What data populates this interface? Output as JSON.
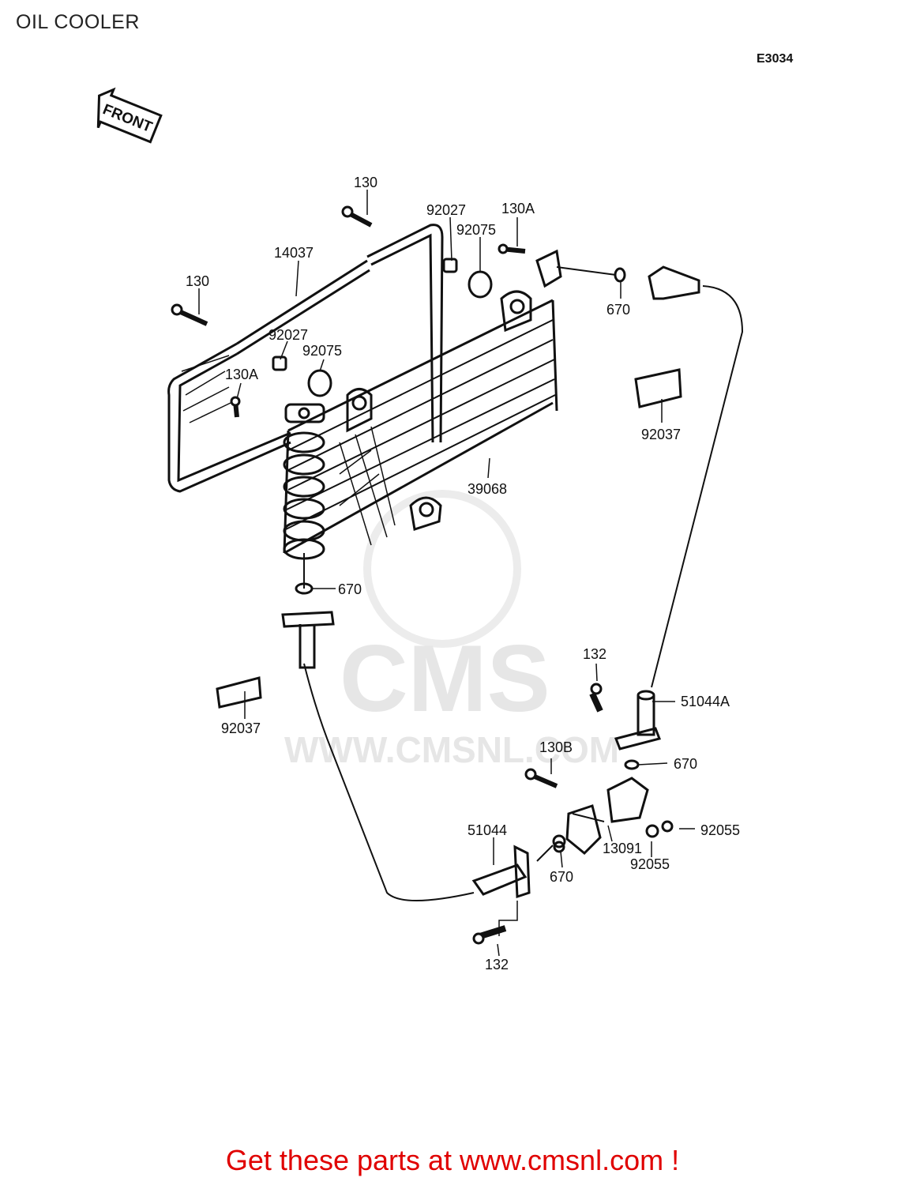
{
  "title": "OIL COOLER",
  "diagram_code": "E3034",
  "front_label": "FRONT",
  "watermark": {
    "logo_text": "CMS",
    "url_text": "WWW.CMSNL.COM"
  },
  "parts": [
    {
      "ref": "130"
    },
    {
      "ref": "130"
    },
    {
      "ref": "14037"
    },
    {
      "ref": "92027"
    },
    {
      "ref": "92027"
    },
    {
      "ref": "92075"
    },
    {
      "ref": "92075"
    },
    {
      "ref": "130A"
    },
    {
      "ref": "130A"
    },
    {
      "ref": "670"
    },
    {
      "ref": "670"
    },
    {
      "ref": "670"
    },
    {
      "ref": "670"
    },
    {
      "ref": "92037"
    },
    {
      "ref": "92037"
    },
    {
      "ref": "39068"
    },
    {
      "ref": "132"
    },
    {
      "ref": "132"
    },
    {
      "ref": "51044A"
    },
    {
      "ref": "130B"
    },
    {
      "ref": "92055"
    },
    {
      "ref": "92055"
    },
    {
      "ref": "13091"
    },
    {
      "ref": "51044"
    }
  ],
  "footer_text": "Get these parts at www.cmsnl.com !",
  "colors": {
    "footer": "#e00000",
    "line": "#111111",
    "watermark": "#e6e6e6"
  }
}
